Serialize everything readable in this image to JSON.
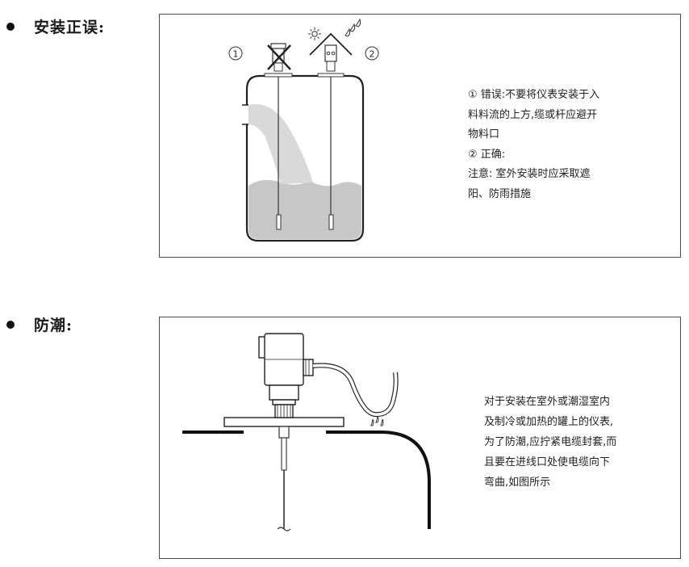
{
  "sections": [
    {
      "heading": "安装正误:",
      "labels": {
        "wrong": "①",
        "right": "②"
      },
      "notes": [
        "① 错误:不要将仪表安装于入",
        "  料料流的上方,缆或杆应避开",
        "  物料口",
        "② 正确:",
        "  注意:  室外安装时应采取遮",
        "  阳、防雨措施"
      ]
    },
    {
      "heading": "防潮:",
      "notes": [
        "对于安装在室外或潮湿室内",
        "及制冷或加热的罐上的仪表,",
        "为了防潮,应拧紧电缆封套,而",
        "且要在进线口处使电缆向下",
        "弯曲,如图所示"
      ]
    }
  ],
  "icons": [
    "bullet-icon",
    "sun-icon",
    "rain-drops-icon",
    "cross-mark-icon",
    "roof-icon",
    "water-drip-icon"
  ]
}
